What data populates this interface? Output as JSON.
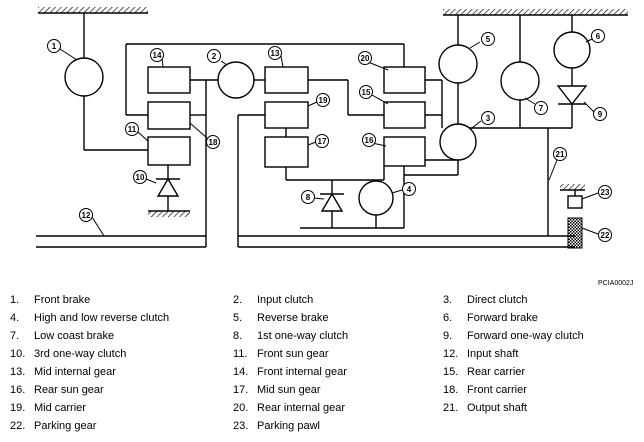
{
  "figure_code": "PCIA0002J",
  "callouts": [
    "1",
    "2",
    "3",
    "4",
    "5",
    "6",
    "7",
    "8",
    "9",
    "10",
    "11",
    "12",
    "13",
    "14",
    "15",
    "16",
    "17",
    "18",
    "19",
    "20",
    "21",
    "22",
    "23"
  ],
  "legend": [
    {
      "num": "1.",
      "label": "Front brake"
    },
    {
      "num": "2.",
      "label": "Input clutch"
    },
    {
      "num": "3.",
      "label": "Direct clutch"
    },
    {
      "num": "4.",
      "label": "High and low reverse clutch"
    },
    {
      "num": "5.",
      "label": "Reverse brake"
    },
    {
      "num": "6.",
      "label": "Forward brake"
    },
    {
      "num": "7.",
      "label": "Low coast brake"
    },
    {
      "num": "8.",
      "label": "1st one-way clutch"
    },
    {
      "num": "9.",
      "label": "Forward one-way clutch"
    },
    {
      "num": "10.",
      "label": "3rd one-way clutch"
    },
    {
      "num": "11.",
      "label": "Front sun gear"
    },
    {
      "num": "12.",
      "label": "Input shaft"
    },
    {
      "num": "13.",
      "label": "Mid internal gear"
    },
    {
      "num": "14.",
      "label": "Front internal gear"
    },
    {
      "num": "15.",
      "label": "Rear carrier"
    },
    {
      "num": "16.",
      "label": "Rear sun gear"
    },
    {
      "num": "17.",
      "label": "Mid sun gear"
    },
    {
      "num": "18.",
      "label": "Front carrier"
    },
    {
      "num": "19.",
      "label": "Mid carrier"
    },
    {
      "num": "20.",
      "label": "Rear internal gear"
    },
    {
      "num": "21.",
      "label": "Output shaft"
    },
    {
      "num": "22.",
      "label": "Parking gear"
    },
    {
      "num": "23.",
      "label": "Parking pawl"
    }
  ]
}
